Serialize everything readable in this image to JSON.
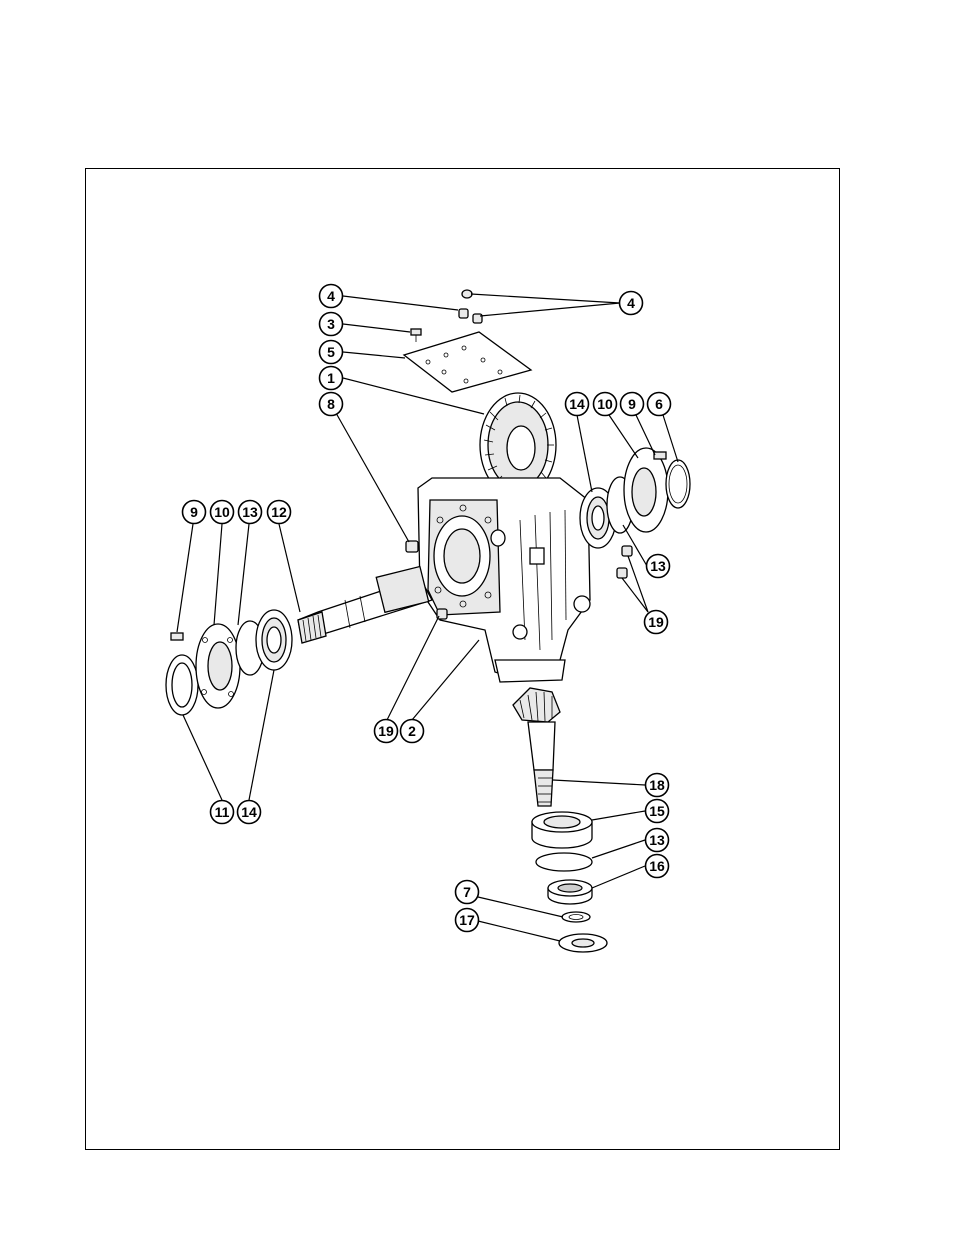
{
  "diagram": {
    "callouts": [
      {
        "id": "c-4a",
        "label": "4"
      },
      {
        "id": "c-4b",
        "label": "4"
      },
      {
        "id": "c-3",
        "label": "3"
      },
      {
        "id": "c-5",
        "label": "5"
      },
      {
        "id": "c-1",
        "label": "1"
      },
      {
        "id": "c-8",
        "label": "8"
      },
      {
        "id": "c-14r",
        "label": "14"
      },
      {
        "id": "c-10r",
        "label": "10"
      },
      {
        "id": "c-9r",
        "label": "9"
      },
      {
        "id": "c-6",
        "label": "6"
      },
      {
        "id": "c-13r",
        "label": "13"
      },
      {
        "id": "c-19r",
        "label": "19"
      },
      {
        "id": "c-9l",
        "label": "9"
      },
      {
        "id": "c-10l",
        "label": "10"
      },
      {
        "id": "c-13l",
        "label": "13"
      },
      {
        "id": "c-12",
        "label": "12"
      },
      {
        "id": "c-19l",
        "label": "19"
      },
      {
        "id": "c-2",
        "label": "2"
      },
      {
        "id": "c-11",
        "label": "11"
      },
      {
        "id": "c-14l",
        "label": "14"
      },
      {
        "id": "c-18",
        "label": "18"
      },
      {
        "id": "c-15",
        "label": "15"
      },
      {
        "id": "c-13b",
        "label": "13"
      },
      {
        "id": "c-16",
        "label": "16"
      },
      {
        "id": "c-7",
        "label": "7"
      },
      {
        "id": "c-17",
        "label": "17"
      }
    ]
  }
}
